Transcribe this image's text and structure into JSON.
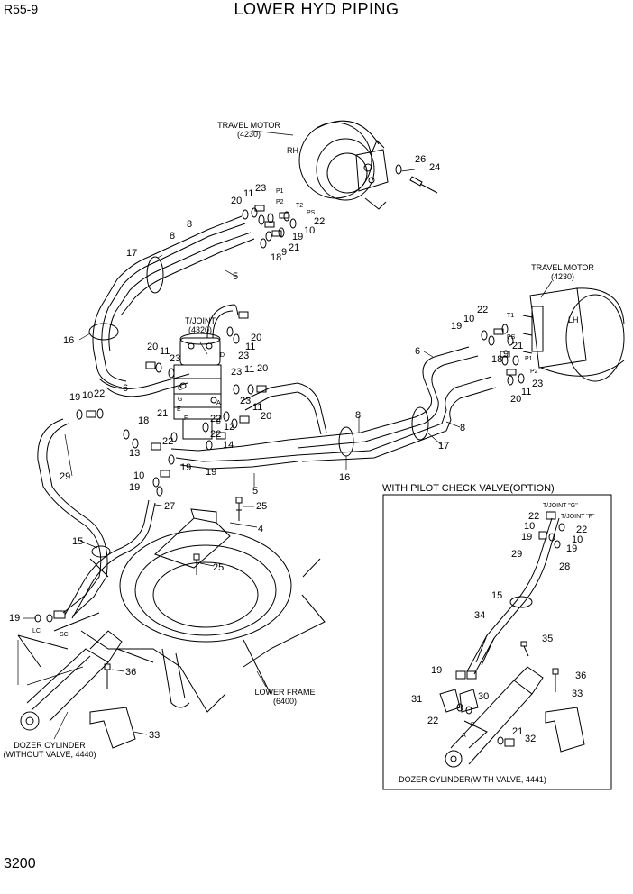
{
  "header": {
    "model": "R55-9",
    "title": "LOWER HYD PIPING"
  },
  "footer": {
    "page_number": "3200"
  },
  "labels": {
    "travel_motor_rh_name": "TRAVEL MOTOR",
    "travel_motor_rh_code": "(4230)",
    "rh": "RH",
    "travel_motor_lh_name": "TRAVEL MOTOR",
    "travel_motor_lh_code": "(4230)",
    "lh": "LH",
    "tjoint_name": "T/JOINT",
    "tjoint_code": "(4320)",
    "lower_frame_name": "LOWER FRAME",
    "lower_frame_code": "(6400)",
    "dozer_cyl_a": "DOZER CYLINDER",
    "dozer_cyl_b": "(WITHOUT VALVE, 4440)",
    "option_title": "WITH PILOT CHECK VALVE(OPTION)",
    "tjoint_g": "T/JOINT \"G\"",
    "tjoint_f": "T/JOINT \"F\"",
    "dozer_cyl_valve": "DOZER CYLINDER(WITH VALVE, 4441)",
    "port_p1": "P1",
    "port_p2": "P2",
    "port_ps": "PS",
    "port_t2": "T2",
    "port_t1": "T1",
    "port_ps2": "PS",
    "port_p1b": "P1",
    "port_p2b": "P2",
    "port_lc": "LC",
    "port_sc": "SC",
    "port_a": "A",
    "port_b": "B",
    "tj_a": "A",
    "tj_b": "B",
    "tj_c": "C",
    "tj_d": "D",
    "tj_e": "E",
    "tj_f": "F",
    "tj_g": "G"
  },
  "callouts": [
    {
      "id": "c26",
      "text": "26"
    },
    {
      "id": "c24",
      "text": "24"
    },
    {
      "id": "c20a",
      "text": "20"
    },
    {
      "id": "c11a",
      "text": "11"
    },
    {
      "id": "c23a",
      "text": "23"
    },
    {
      "id": "c22a",
      "text": "22"
    },
    {
      "id": "c10a",
      "text": "10"
    },
    {
      "id": "c19a",
      "text": "19"
    },
    {
      "id": "c18a",
      "text": "18"
    },
    {
      "id": "c9a",
      "text": "9"
    },
    {
      "id": "c21a",
      "text": "21"
    },
    {
      "id": "c8a",
      "text": "8"
    },
    {
      "id": "c8b",
      "text": "8"
    },
    {
      "id": "c17a",
      "text": "17"
    },
    {
      "id": "c5a",
      "text": "5"
    },
    {
      "id": "c16a",
      "text": "16"
    },
    {
      "id": "c20b",
      "text": "20"
    },
    {
      "id": "c11b",
      "text": "11"
    },
    {
      "id": "c23b",
      "text": "23"
    },
    {
      "id": "c6a",
      "text": "6"
    },
    {
      "id": "c20c",
      "text": "20"
    },
    {
      "id": "c11c",
      "text": "11"
    },
    {
      "id": "c23c",
      "text": "23"
    },
    {
      "id": "c23d",
      "text": "23"
    },
    {
      "id": "c11d",
      "text": "11"
    },
    {
      "id": "c20d",
      "text": "20"
    },
    {
      "id": "c19b",
      "text": "19"
    },
    {
      "id": "c10b",
      "text": "10"
    },
    {
      "id": "c22b",
      "text": "22"
    },
    {
      "id": "c18b",
      "text": "18"
    },
    {
      "id": "c21b",
      "text": "21"
    },
    {
      "id": "c13a",
      "text": "13"
    },
    {
      "id": "c23e",
      "text": "23"
    },
    {
      "id": "c11e",
      "text": "11"
    },
    {
      "id": "c20e",
      "text": "20"
    },
    {
      "id": "c22c",
      "text": "22"
    },
    {
      "id": "c12a",
      "text": "12"
    },
    {
      "id": "c22d",
      "text": "22"
    },
    {
      "id": "c14a",
      "text": "14"
    },
    {
      "id": "c22e",
      "text": "22"
    },
    {
      "id": "c19c",
      "text": "19"
    },
    {
      "id": "c10c",
      "text": "10"
    },
    {
      "id": "c19d",
      "text": "19"
    },
    {
      "id": "c19e",
      "text": "19"
    },
    {
      "id": "c5b",
      "text": "5"
    },
    {
      "id": "c22f",
      "text": "22"
    },
    {
      "id": "c10d",
      "text": "10"
    },
    {
      "id": "c19f",
      "text": "19"
    },
    {
      "id": "c21c",
      "text": "21"
    },
    {
      "id": "c18c",
      "text": "18"
    },
    {
      "id": "c9b",
      "text": "9"
    },
    {
      "id": "c6b",
      "text": "6"
    },
    {
      "id": "c23f",
      "text": "23"
    },
    {
      "id": "c20f",
      "text": "20"
    },
    {
      "id": "c11f",
      "text": "11"
    },
    {
      "id": "c8c",
      "text": "8"
    },
    {
      "id": "c8d",
      "text": "8"
    },
    {
      "id": "c17b",
      "text": "17"
    },
    {
      "id": "c16b",
      "text": "16"
    },
    {
      "id": "c29a",
      "text": "29"
    },
    {
      "id": "c27a",
      "text": "27"
    },
    {
      "id": "c25a",
      "text": "25"
    },
    {
      "id": "c4a",
      "text": "4"
    },
    {
      "id": "c25b",
      "text": "25"
    },
    {
      "id": "c15a",
      "text": "15"
    },
    {
      "id": "c19g",
      "text": "19"
    },
    {
      "id": "c36a",
      "text": "36"
    },
    {
      "id": "c33a",
      "text": "33"
    },
    {
      "id": "c22g",
      "text": "22"
    },
    {
      "id": "c10e",
      "text": "10"
    },
    {
      "id": "c22h",
      "text": "22"
    },
    {
      "id": "c19h",
      "text": "19"
    },
    {
      "id": "c10f",
      "text": "10"
    },
    {
      "id": "c29b",
      "text": "29"
    },
    {
      "id": "c19i",
      "text": "19"
    },
    {
      "id": "c28a",
      "text": "28"
    },
    {
      "id": "c15b",
      "text": "15"
    },
    {
      "id": "c34a",
      "text": "34"
    },
    {
      "id": "c35a",
      "text": "35"
    },
    {
      "id": "c19j",
      "text": "19"
    },
    {
      "id": "c36b",
      "text": "36"
    },
    {
      "id": "c31a",
      "text": "31"
    },
    {
      "id": "c30a",
      "text": "30"
    },
    {
      "id": "c33b",
      "text": "33"
    },
    {
      "id": "c22i",
      "text": "22"
    },
    {
      "id": "c21d",
      "text": "21"
    },
    {
      "id": "c32a",
      "text": "32"
    }
  ]
}
